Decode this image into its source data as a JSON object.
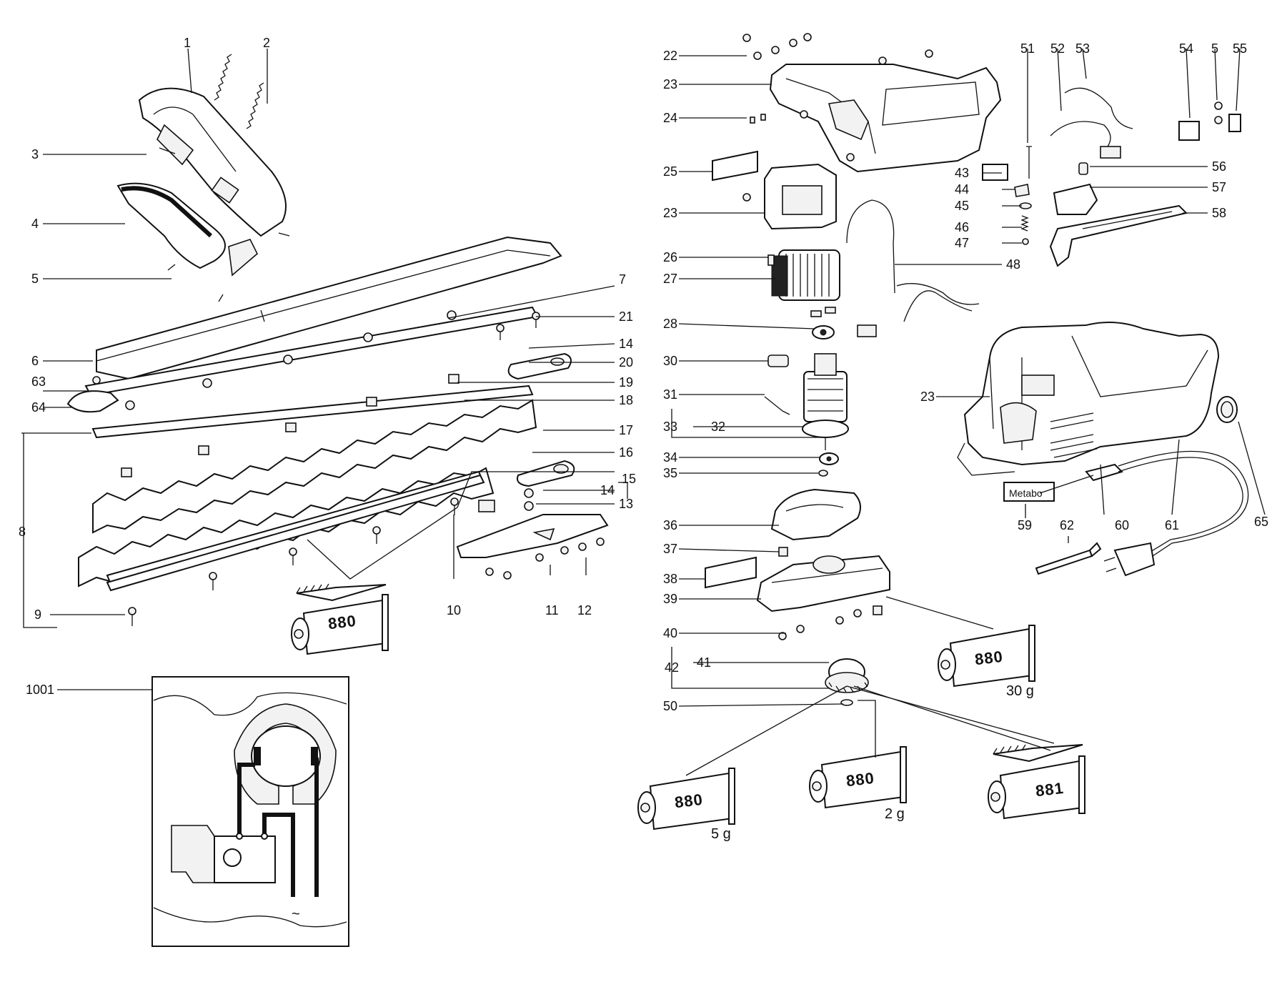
{
  "part_labels": {
    "p1": "1",
    "p2": "2",
    "p3": "3",
    "p4": "4",
    "p5": "5",
    "p6": "6",
    "p7": "7",
    "p8": "8",
    "p9": "9",
    "p10": "10",
    "p11": "11",
    "p12": "12",
    "p13": "13",
    "p14a": "14",
    "p14b": "14",
    "p15": "15",
    "p16": "16",
    "p17": "17",
    "p18": "18",
    "p19": "19",
    "p20": "20",
    "p21": "21",
    "p22": "22",
    "p23a": "23",
    "p23b": "23",
    "p23c": "23",
    "p24": "24",
    "p25": "25",
    "p26": "26",
    "p27": "27",
    "p28": "28",
    "p30": "30",
    "p31": "31",
    "p32": "32",
    "p33": "33",
    "p34": "34",
    "p35": "35",
    "p36": "36",
    "p37": "37",
    "p38": "38",
    "p39": "39",
    "p40": "40",
    "p41": "41",
    "p42": "42",
    "p43": "43",
    "p44": "44",
    "p45": "45",
    "p46": "46",
    "p47": "47",
    "p48": "48",
    "p50": "50",
    "p51": "51",
    "p52": "52",
    "p53": "53",
    "p54": "54",
    "p5b": "5",
    "p55": "55",
    "p56": "56",
    "p57": "57",
    "p58": "58",
    "p59": "59",
    "p60": "60",
    "p61": "61",
    "p62": "62",
    "p63": "63",
    "p64": "64",
    "p65": "65",
    "p1001": "1001"
  },
  "tubes": {
    "t1": {
      "code": "880"
    },
    "t2": {
      "code": "880",
      "qty": "30 g"
    },
    "t3": {
      "code": "880",
      "qty": "5 g"
    },
    "t4": {
      "code": "880",
      "qty": "2 g"
    },
    "t5": {
      "code": "881"
    }
  },
  "brand_plate": "Metabo",
  "wiring_symbol": "~"
}
